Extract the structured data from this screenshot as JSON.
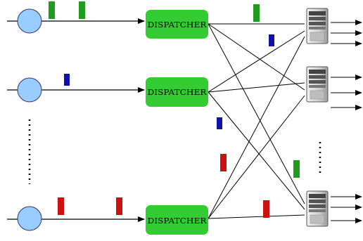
{
  "dispatchers": [
    {
      "label": "DISPATCHER"
    },
    {
      "label": "DISPATCHER"
    },
    {
      "label": "DISPATCHER"
    }
  ],
  "colors": {
    "source_fill": "#99ccff",
    "source_stroke": "#333366",
    "dispatcher_fill": "#33cc33",
    "job_green": "#1f9b1f",
    "job_blue": "#1010aa",
    "job_red": "#cc1111",
    "line": "#000000",
    "server_body": "#d8d8d8"
  },
  "icons": {
    "source": "circle-source-icon",
    "server": "server-tower-icon",
    "ellipsis": "vertical-dots-icon"
  }
}
